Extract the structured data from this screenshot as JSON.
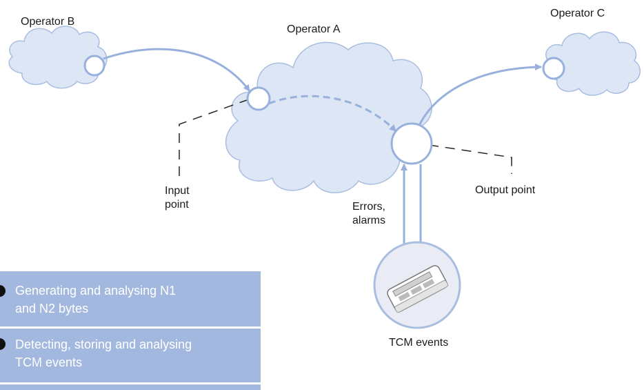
{
  "labels": {
    "operator_a": "Operator A",
    "operator_b": "Operator B",
    "operator_c": "Operator C",
    "input_point_line1": "Input",
    "input_point_line2": "point",
    "output_point": "Output point",
    "errors_line1": "Errors,",
    "errors_line2": "alarms",
    "tcm_events": "TCM events"
  },
  "panel": {
    "items": [
      {
        "line1": "Generating and analysing N1",
        "line2": "and N2 bytes"
      },
      {
        "line1": "Detecting, storing and analysing",
        "line2": "TCM events"
      }
    ]
  },
  "colors": {
    "cloud_fill": "#dde6f5",
    "cloud_stroke": "#a9bde0",
    "arrow": "#98b0dc",
    "panel_bg": "#a3b8de",
    "panel_text": "#ffffff",
    "dashed_line": "#222222"
  }
}
